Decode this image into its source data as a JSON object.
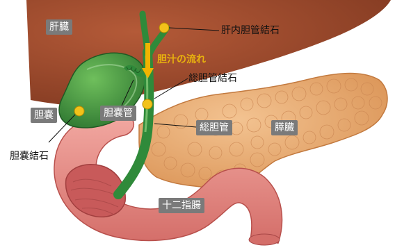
{
  "labels": {
    "liver": "肝臓",
    "intrahepatic_stone": "肝内胆管結石",
    "bile_flow": "胆汁の流れ",
    "cbd_stone": "総胆管結石",
    "gallbladder": "胆嚢",
    "cystic_duct": "胆嚢管",
    "common_bile_duct": "総胆管",
    "pancreas": "膵臓",
    "gallbladder_stone": "胆嚢結石",
    "duodenum": "十二指腸"
  },
  "colors": {
    "liver": "#9c4a2e",
    "duct": "#2f8a3a",
    "stone": "#f2c21a",
    "pancreas": "#e8a86a",
    "duodenum": "#e48b86",
    "label_box": "#7a7a7a",
    "flow_arrow": "#f0b400"
  }
}
